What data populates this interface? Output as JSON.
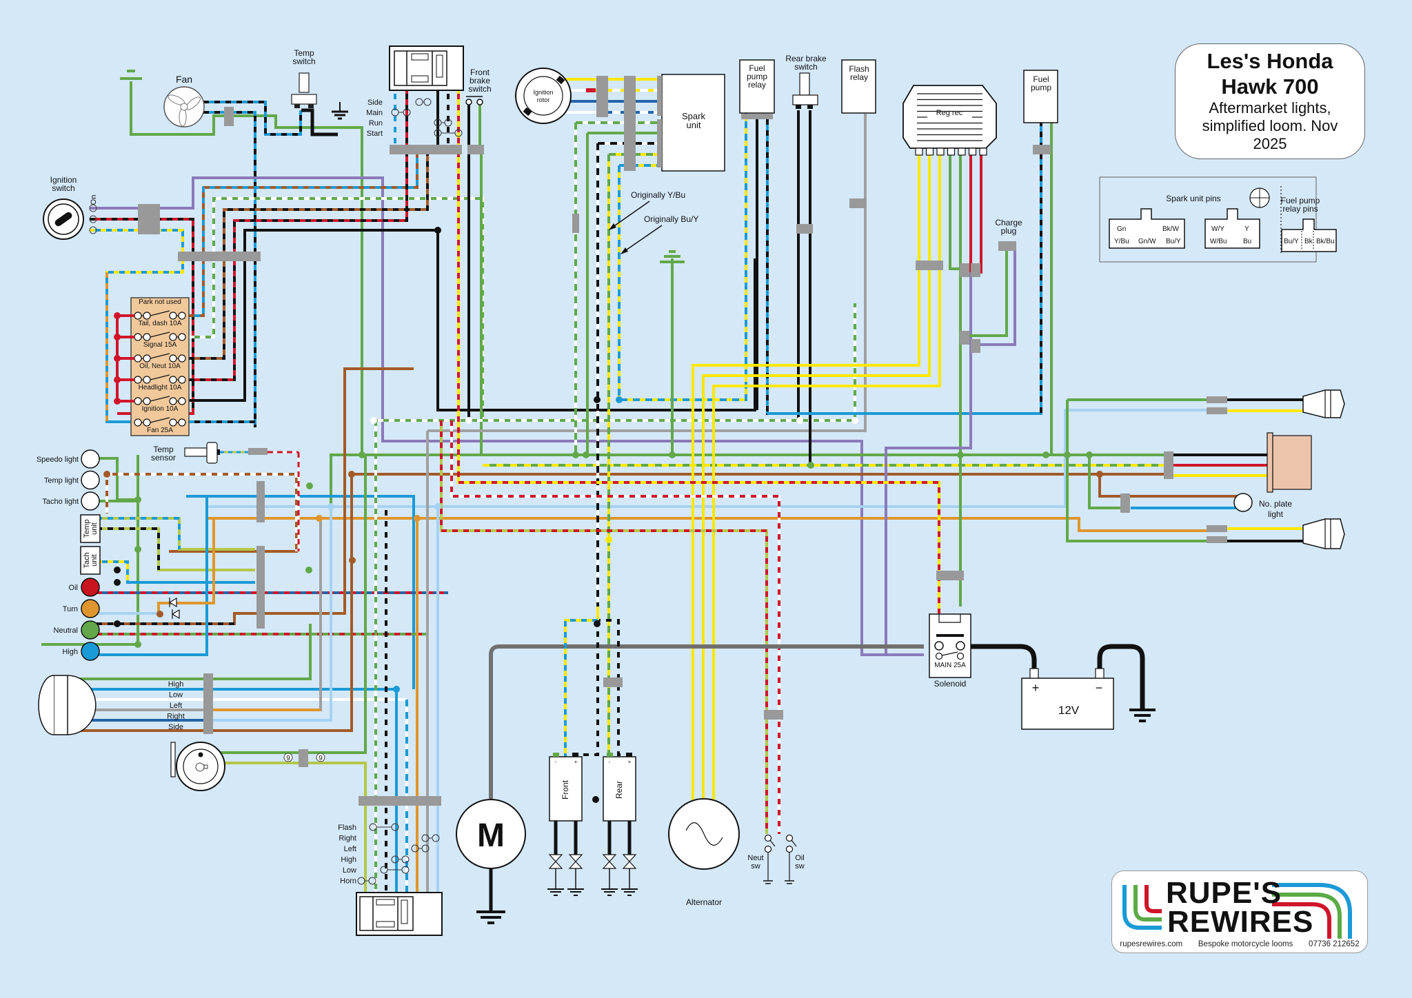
{
  "title": {
    "line1": "Les's Honda",
    "line2": "Hawk 700",
    "line3": "Aftermarket lights,",
    "line4": "simplified loom. Nov",
    "line5": "2025"
  },
  "pin_legend": {
    "spark_title": "Spark unit pins",
    "spark_connector_a": [
      "Gn",
      "Bk/W",
      "Y/Bu",
      "Gn/W",
      "Bu/Y"
    ],
    "spark_connector_b": [
      "W/Y",
      "Y",
      "W/Bu",
      "Bu"
    ],
    "fuel_title_1": "Fuel pump",
    "fuel_title_2": "relay pins",
    "fuel_connector": [
      "Bu/Y",
      "Bk",
      "Bk/Bu"
    ]
  },
  "logo": {
    "word1": "RUPE'S",
    "word2": "REWIRES",
    "website": "rupesrewires.com",
    "tagline": "Bespoke motorcycle looms",
    "phone": "07736 212652",
    "colors": [
      "#1a9ad6",
      "#5aaa46",
      "#d0152a"
    ]
  },
  "components": {
    "fan": "Fan",
    "temp_switch": [
      "Temp",
      "switch"
    ],
    "ignition_switch": [
      "Ignition",
      "switch"
    ],
    "ignition_on": "On",
    "left_switchgear_labels": [
      "Side",
      "Main",
      "Run",
      "Start"
    ],
    "front_brake_switch": [
      "Front",
      "brake",
      "switch"
    ],
    "ignition_rotor": [
      "Ignition",
      "rotor"
    ],
    "spark_unit": [
      "Spark",
      "unit"
    ],
    "note_1": "Originally Y/Bu",
    "note_2": "Originally Bu/Y",
    "fuel_pump_relay": [
      "Fuel",
      "pump",
      "relay"
    ],
    "rear_brake_switch": [
      "Rear brake",
      "switch"
    ],
    "flash_relay": [
      "Flash",
      "relay"
    ],
    "reg_rec": "Reg rec",
    "fuel_pump": [
      "Fuel",
      "pump"
    ],
    "charge_plug": [
      "Charge",
      "plug"
    ],
    "fuse_box": {
      "header": "Park not used",
      "fuses": [
        "Tail, dash 10A",
        "Signal 15A",
        "Oil, Neut 10A",
        "Headlight 10A",
        "Ignition 10A",
        "Fan 25A"
      ]
    },
    "temp_sensor": [
      "Temp",
      "sensor"
    ],
    "dash_lights": [
      "Speedo light",
      "Temp light",
      "Tacho light"
    ],
    "temp_unit": [
      "Temp",
      "unit"
    ],
    "tach_unit": [
      "Tach",
      "unit"
    ],
    "warning_lights": [
      {
        "label": "Oil",
        "color": "#c8141e"
      },
      {
        "label": "Turn",
        "color": "#e0962e"
      },
      {
        "label": "Neutral",
        "color": "#62a84a"
      },
      {
        "label": "High",
        "color": "#1a9ad6"
      }
    ],
    "headlight_wires": [
      "High",
      "Low",
      "Left",
      "Right",
      "Side"
    ],
    "horn_connector_mark": "9",
    "right_switchgear_labels": [
      "Flash",
      "Right",
      "Left",
      "High",
      "Low",
      "Horn"
    ],
    "starter_motor": "M",
    "coil_front": "Front",
    "coil_rear": "Rear",
    "coil_minus": "-",
    "coil_plus": "+",
    "alternator": "Alternator",
    "neut_sw": [
      "Neut",
      "sw"
    ],
    "oil_sw": [
      "Oil",
      "sw"
    ],
    "solenoid": "Solenoid",
    "solenoid_fuse": "MAIN 25A",
    "battery": "12V",
    "battery_plus": "+",
    "battery_minus": "−",
    "number_plate_light": [
      "No. plate",
      "light"
    ]
  },
  "wire_colors": {
    "green": "#62a84a",
    "black": "#111111",
    "light_blue": "#1a9ad6",
    "pale_blue": "#a6d2f2",
    "yellow": "#ffe800",
    "red": "#d0152a",
    "brown": "#a35a28",
    "orange": "#e0962e",
    "purple": "#8a7ab8",
    "grey": "#a0a0a0",
    "white": "#ffffff",
    "dark_blue": "#2464a8",
    "lime": "#b4c84a"
  }
}
